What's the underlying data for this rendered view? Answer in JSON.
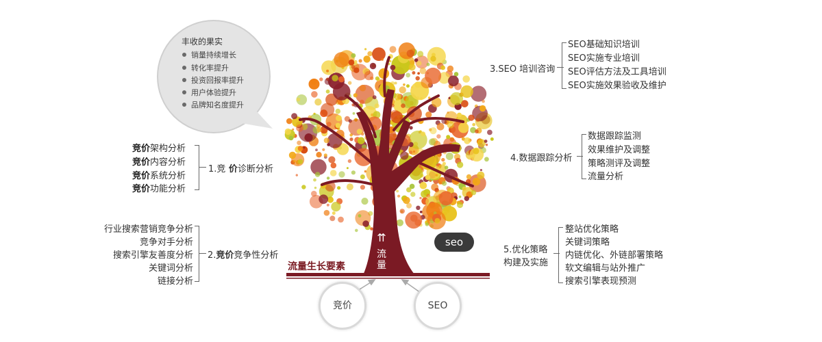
{
  "fruits": {
    "title": "丰收的果实",
    "items": [
      "销量持续增长",
      "转化率提升",
      "投资回报率提升",
      "用户体验提升",
      "品牌知名度提升"
    ]
  },
  "section1": {
    "label_prefix": "1.竞",
    "label_bold": " 价",
    "label_suffix": "诊断分析",
    "items": [
      {
        "bold": "竞价",
        "text": "架构分析"
      },
      {
        "bold": "竞价",
        "text": "内容分析"
      },
      {
        "bold": "竞价",
        "text": "系统分析"
      },
      {
        "bold": "竞价",
        "text": "功能分析"
      }
    ]
  },
  "section2": {
    "label_prefix": "2.",
    "label_bold": "竞价",
    "label_suffix": "竞争性分析",
    "items": [
      "行业搜索营销竞争分析",
      "竞争对手分析",
      "搜索引擎友善度分析",
      "关键词分析",
      "链接分析"
    ]
  },
  "section3": {
    "label": "3.SEO 培训咨询",
    "items": [
      "SEO基础知识培训",
      "SEO实施专业培训",
      "SEO评估方法及工具培训",
      "SEO实施效果验收及维护"
    ]
  },
  "section4": {
    "label": "4.数据跟踪分析",
    "items": [
      "数据跟踪监测",
      "效果维护及调整",
      "策略测评及调整",
      "流量分析"
    ]
  },
  "section5": {
    "label_line1": "5.优化策略",
    "label_line2": "构建及实施",
    "items": [
      "整站优化策略",
      "关键词策略",
      "内链优化、外链部署策略",
      "软文编辑与站外推广",
      "搜索引擎表现预测"
    ]
  },
  "tree": {
    "ground_label": "流量生长要素",
    "trunk_arrow": "⇈",
    "trunk_label": "流量",
    "seo_badge": "seo"
  },
  "roots": {
    "left": "竞价",
    "right": "SEO"
  },
  "colors": {
    "trunk": "#7b1a24",
    "leaves": [
      "#f2a818",
      "#e8c21c",
      "#c9c71a",
      "#f07e12",
      "#d94c10",
      "#a8c43a",
      "#8a1f2a",
      "#f5d64a",
      "#e9652a"
    ]
  }
}
